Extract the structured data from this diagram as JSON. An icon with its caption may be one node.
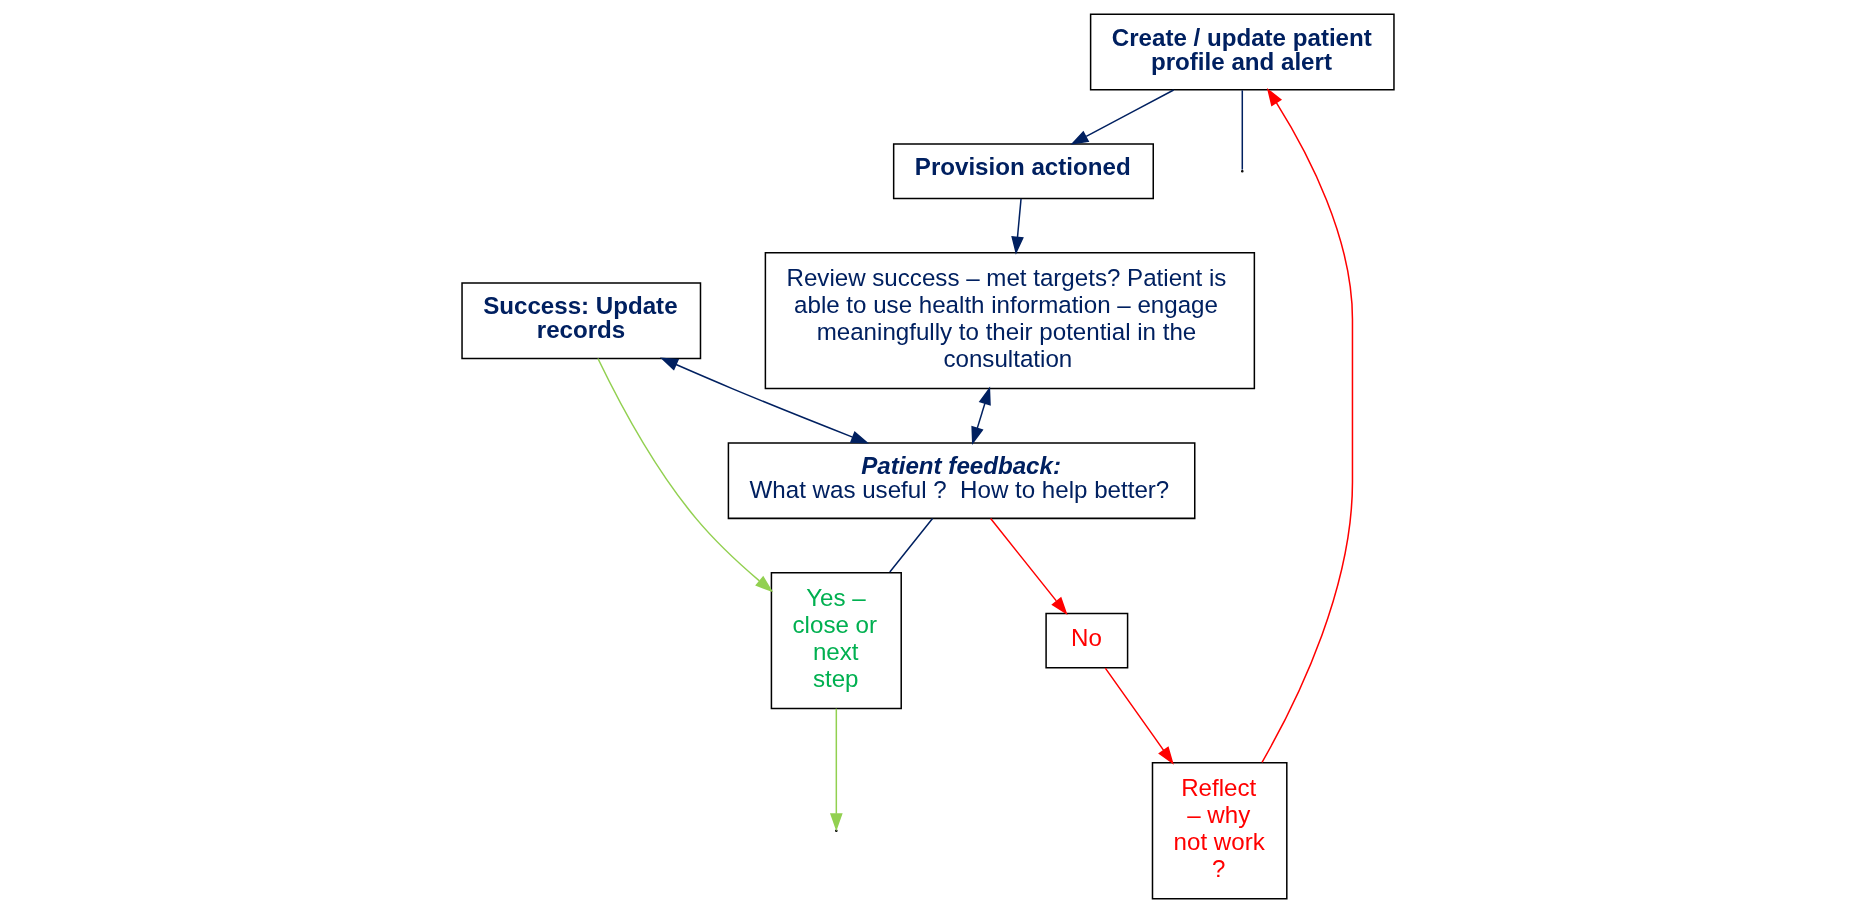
{
  "diagram": {
    "nodes": [
      {
        "text": [
          "Create / update patient profile and alert"
        ]
      },
      {
        "text": [
          "Provision actioned"
        ]
      },
      {
        "text": [
          "Review success – met targets? Patient is able to use health information – engage meaningfully to their potential in the consultation"
        ]
      },
      {
        "text": [
          "Success: Update records"
        ]
      },
      {
        "text": [
          "Yes – close or next step"
        ]
      },
      {
        "text": [
          "Patient feedback:",
          "What was useful ?  How to help better?"
        ]
      },
      {
        "text": [
          "No"
        ]
      },
      {
        "text": [
          "Reflect – why not work ?"
        ]
      }
    ],
    "edges": [
      {
        "from": 0,
        "to": 1,
        "arrow": "to"
      },
      {
        "from": 1,
        "to": 2,
        "arrow": "to"
      },
      {
        "from": 2,
        "to": 5,
        "arrow": "both"
      },
      {
        "from": 3,
        "to": 5,
        "arrow": "both"
      },
      {
        "from": 3,
        "to": 4,
        "arrow": "to",
        "color": "#92d050"
      },
      {
        "from": 5,
        "to": 4,
        "arrow": "none"
      },
      {
        "from": 5,
        "to": 6,
        "arrow": "to",
        "color": "#ff0000"
      },
      {
        "from": 6,
        "to": 7,
        "arrow": "to",
        "color": "#ff0000"
      },
      {
        "from": 7,
        "to": 0,
        "arrow": "to",
        "color": "#ff0000"
      },
      {
        "from": 0,
        "to": null,
        "arrow": "none"
      },
      {
        "from": 4,
        "to": null,
        "arrow": "to",
        "color": "#92d050"
      }
    ]
  }
}
